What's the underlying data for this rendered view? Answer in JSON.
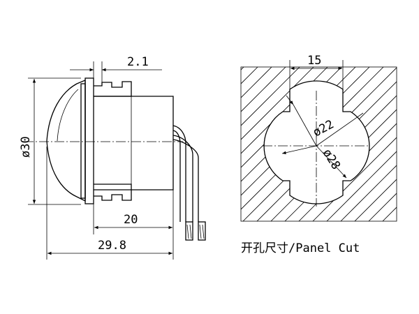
{
  "side_view": {
    "dim_thickness": "2.1",
    "dim_diameter": "ø30",
    "dim_body_length": "20",
    "dim_total_length": "29.8"
  },
  "panel_cut": {
    "dim_flat_width": "15",
    "dim_inner_diameter": "ø22",
    "dim_outer_diameter": "ø28",
    "caption": "开孔尺寸/Panel Cut"
  }
}
